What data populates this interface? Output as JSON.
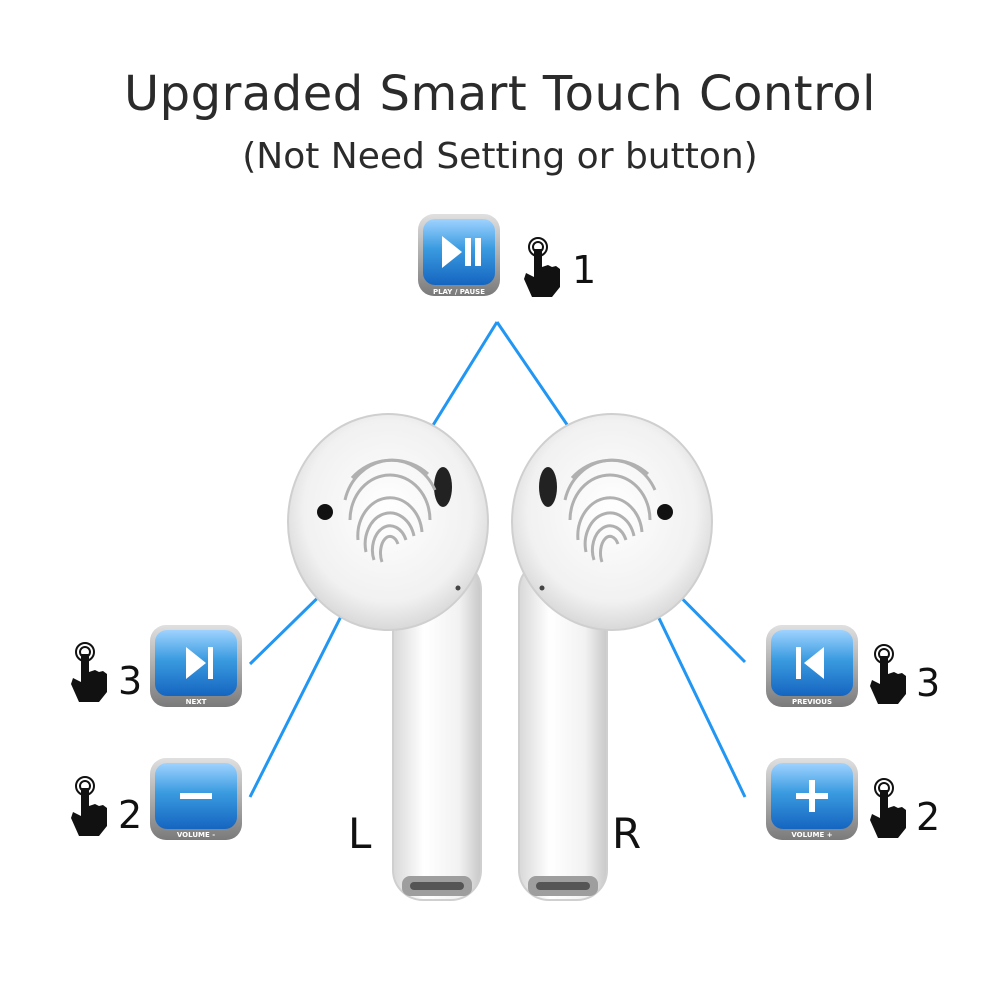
{
  "header": {
    "title": "Upgraded Smart Touch Control",
    "subtitle": "(Not Need Setting or button)"
  },
  "controls": {
    "play_pause": {
      "label": "PLAY / PAUSE",
      "taps": "1",
      "icon": "play-pause-icon"
    },
    "next": {
      "label": "NEXT",
      "taps": "3",
      "icon": "next-icon"
    },
    "volume_down": {
      "label": "VOLUME -",
      "taps": "2",
      "icon": "minus-icon"
    },
    "previous": {
      "label": "PREVIOUS",
      "taps": "3",
      "icon": "previous-icon"
    },
    "volume_up": {
      "label": "VOLUME +",
      "taps": "2",
      "icon": "plus-icon"
    }
  },
  "earbuds": {
    "left": "L",
    "right": "R"
  },
  "colors": {
    "accent": "#1e88e5",
    "line": "#2196f3",
    "button_blue": "#3a9be0"
  }
}
